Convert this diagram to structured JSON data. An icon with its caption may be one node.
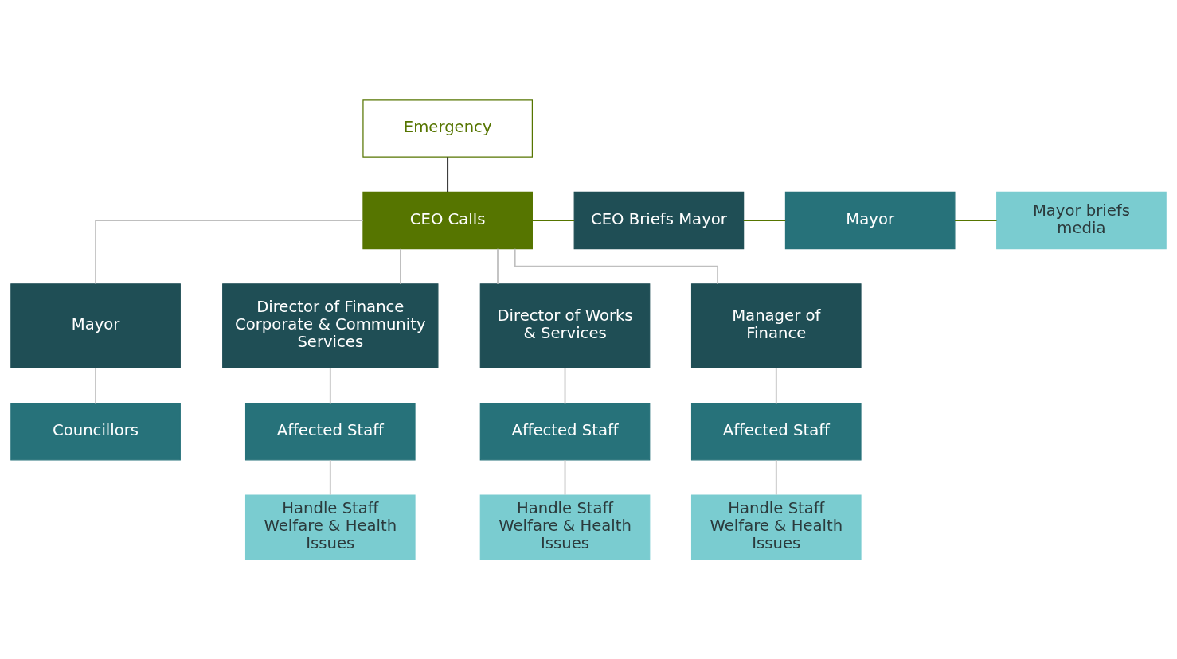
{
  "diagram": {
    "nodes": [
      {
        "text": [
          "Emergency"
        ]
      },
      {
        "text": [
          "CEO Calls"
        ]
      },
      {
        "text": [
          "CEO Briefs Mayor"
        ]
      },
      {
        "text": [
          "Mayor"
        ]
      },
      {
        "text": [
          "Mayor briefs media"
        ]
      },
      {
        "text": [
          "Mayor"
        ]
      },
      {
        "text": [
          "Director of Finance Corporate & Community Services"
        ]
      },
      {
        "text": [
          "Director of Works & Services"
        ]
      },
      {
        "text": [
          "Manager of Finance"
        ]
      },
      {
        "text": [
          "Councillors"
        ]
      },
      {
        "text": [
          "Affected Staff"
        ]
      },
      {
        "text": [
          "Affected Staff"
        ]
      },
      {
        "text": [
          "Affected Staff"
        ]
      },
      {
        "text": [
          "Handle Staff Welfare & Health Issues"
        ]
      },
      {
        "text": [
          "Handle Staff Welfare & Health Issues"
        ]
      },
      {
        "text": [
          "Handle Staff Welfare & Health Issues"
        ]
      }
    ],
    "edges": [
      {
        "from": 0,
        "to": 1,
        "arrow": "none",
        "color": "#000000"
      },
      {
        "from": 1,
        "to": 2,
        "arrow": "none",
        "color": "#567500"
      },
      {
        "from": 2,
        "to": 3,
        "arrow": "none",
        "color": "#567500"
      },
      {
        "from": 3,
        "to": 4,
        "arrow": "none",
        "color": "#567500"
      },
      {
        "from": 1,
        "to": 5,
        "arrow": "none"
      },
      {
        "from": 1,
        "to": 6,
        "arrow": "none"
      },
      {
        "from": 1,
        "to": 7,
        "arrow": "none"
      },
      {
        "from": 1,
        "to": 8,
        "arrow": "none"
      },
      {
        "from": 5,
        "to": 9,
        "arrow": "none"
      },
      {
        "from": 6,
        "to": 10,
        "arrow": "none"
      },
      {
        "from": 7,
        "to": 11,
        "arrow": "none"
      },
      {
        "from": 8,
        "to": 12,
        "arrow": "none"
      },
      {
        "from": 10,
        "to": 13,
        "arrow": "none"
      },
      {
        "from": 11,
        "to": 14,
        "arrow": "none"
      },
      {
        "from": 12,
        "to": 15,
        "arrow": "none"
      }
    ]
  }
}
